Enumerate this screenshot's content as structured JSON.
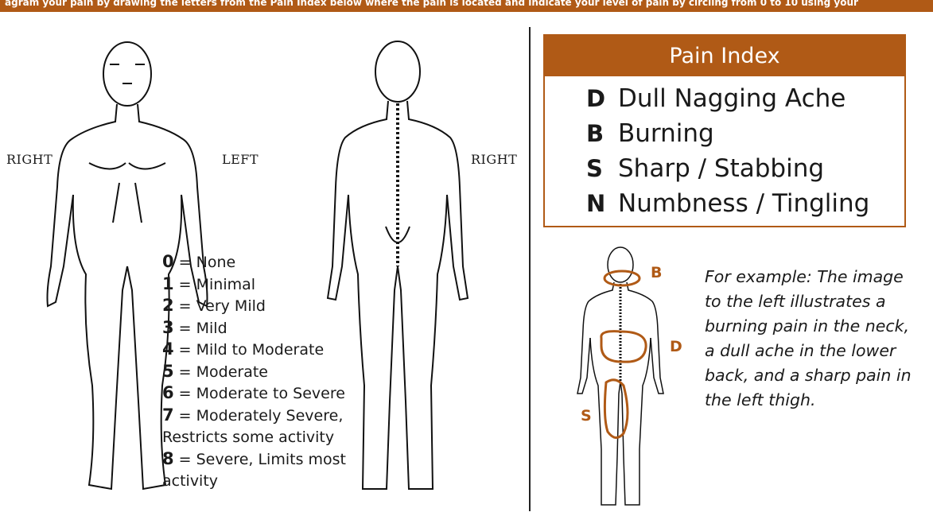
{
  "header": {
    "text": "agram your pain by drawing the letters from the Pain Index below where the pain is located and indicate your level of pain by circling from 0 to 10 using your"
  },
  "labels": {
    "front_right": "RIGHT",
    "front_left": "LEFT",
    "back_right": "RIGHT"
  },
  "pain_scale": [
    {
      "num": "0",
      "text": " = None"
    },
    {
      "num": "1",
      "text": " = Minimal"
    },
    {
      "num": "2",
      "text": " = Very Mild"
    },
    {
      "num": "3",
      "text": " = Mild"
    },
    {
      "num": "4",
      "text": " = Mild to Moderate"
    },
    {
      "num": "5",
      "text": " = Moderate"
    },
    {
      "num": "6",
      "text": " = Moderate to Severe"
    },
    {
      "num": "7",
      "text": " = Moderately Severe,"
    },
    {
      "num": "",
      "text": "Restricts some activity"
    },
    {
      "num": "8",
      "text": " = Severe, Limits most"
    },
    {
      "num": "",
      "text": "activity"
    }
  ],
  "pain_index": {
    "title": "Pain Index",
    "items": [
      {
        "code": "D",
        "label": "Dull Nagging Ache"
      },
      {
        "code": "B",
        "label": "Burning"
      },
      {
        "code": "S",
        "label": "Sharp / Stabbing"
      },
      {
        "code": "N",
        "label": "Numbness / Tingling"
      }
    ]
  },
  "example": {
    "text": "For example: The image to the left illustrates a burning pain in the neck, a dull ache in the lower back, and a sharp pain in the left thigh.",
    "markers": {
      "b": "B",
      "d": "D",
      "s": "S"
    },
    "accent_color": "#b05a16"
  }
}
